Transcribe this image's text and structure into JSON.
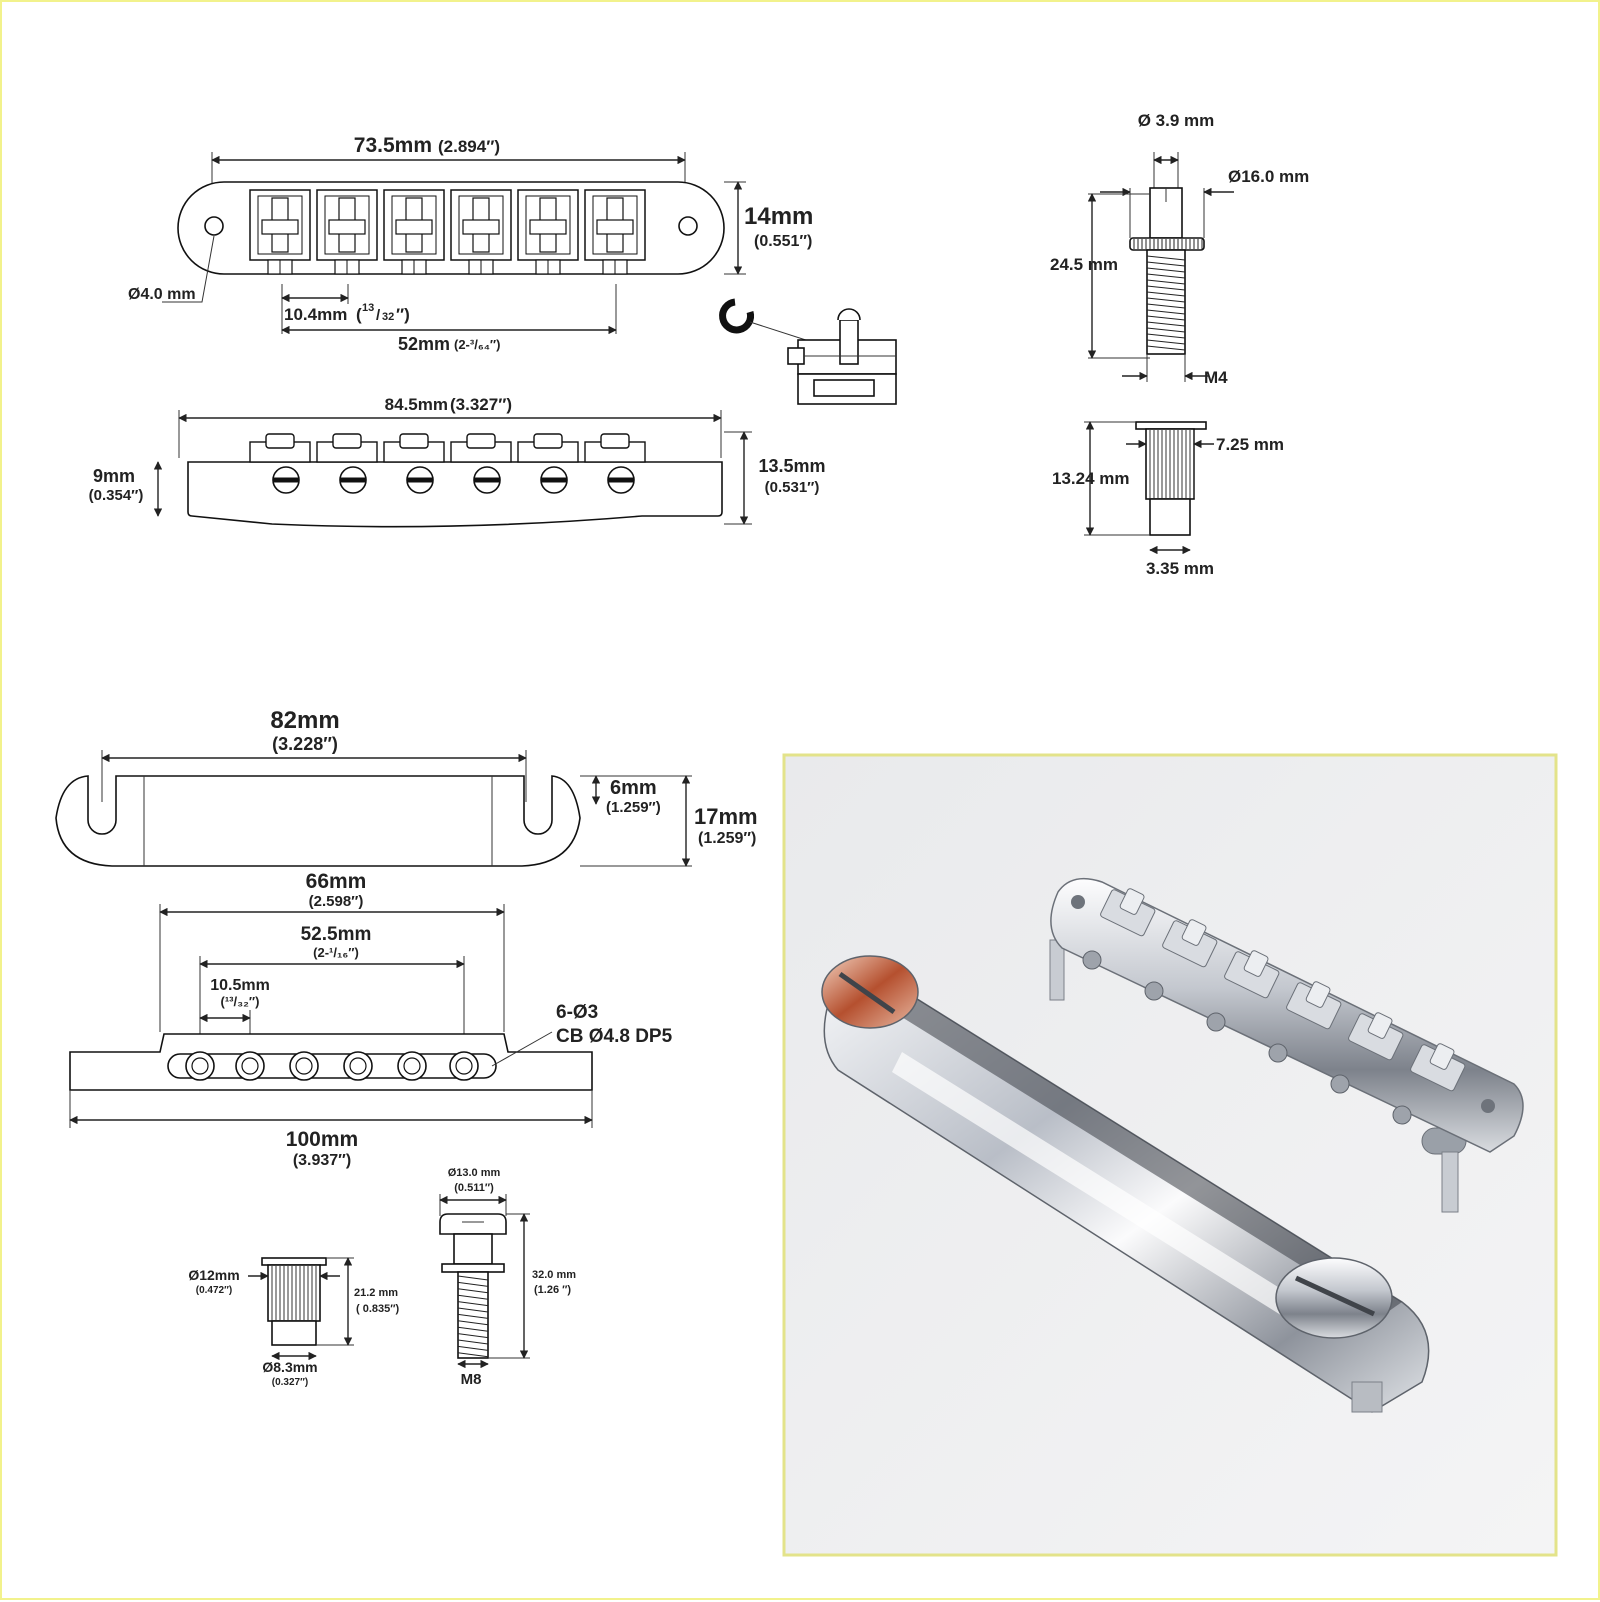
{
  "bridge_top": {
    "length_label": "73.5mm",
    "length_inch": "(2.894″)",
    "height_label": "14mm",
    "height_inch": "(0.551″)",
    "hole_label": "Ø4.0 mm",
    "spacing_label": "10.4mm",
    "spacing_frac_num": "13",
    "spacing_frac_den": "32",
    "span_label": "52mm",
    "span_inch": "(2-³/₆₄″)"
  },
  "bridge_side": {
    "length_label": "84.5mm",
    "length_inch": "(3.327″)",
    "left_height": "9mm",
    "left_height_inch": "(0.354″)",
    "right_height": "13.5mm",
    "right_height_inch": "(0.531″)"
  },
  "bridge_post": {
    "shaft_dia": "Ø 3.9 mm",
    "head_dia": "Ø16.0 mm",
    "length": "24.5 mm",
    "thread": "M4"
  },
  "bridge_insert": {
    "top_dia": "7.25 mm",
    "height": "13.24 mm",
    "bottom_dia": "3.35 mm"
  },
  "tailpiece_top": {
    "width_label": "82mm",
    "width_inch": "(3.228″)",
    "slot_label": "6mm",
    "slot_inch": "(1.259″)",
    "height_label": "17mm",
    "height_inch": "(1.259″)"
  },
  "tailpiece_side": {
    "outer_label": "66mm",
    "outer_inch": "(2.598″)",
    "inner_label": "52.5mm",
    "inner_inch": "(2-¹/₁₆″)",
    "spacing_label": "10.5mm",
    "spacing_inch": "(¹³/₃₂″)",
    "holes_label": "6-Ø3",
    "cb_label": "CB  Ø4.8 DP5",
    "length_label": "100mm",
    "length_inch": "(3.937″)"
  },
  "tail_insert": {
    "top_dia": "Ø12mm",
    "top_dia_inch": "(0.472″)",
    "height": "21.2 mm",
    "height_inch": "( 0.835″)",
    "bottom_dia": "Ø8.3mm",
    "bottom_dia_inch": "(0.327″)"
  },
  "tail_stud": {
    "head_dia": "Ø13.0 mm",
    "head_dia_inch": "(0.511″)",
    "length": "32.0 mm",
    "length_inch": "(1.26 ″)",
    "thread": "M8"
  },
  "colors": {
    "frame_border": "#f2f28c",
    "photo_border": "#e3e38a",
    "photo_bg": "#ededee",
    "chrome": "#c9ccd2"
  }
}
